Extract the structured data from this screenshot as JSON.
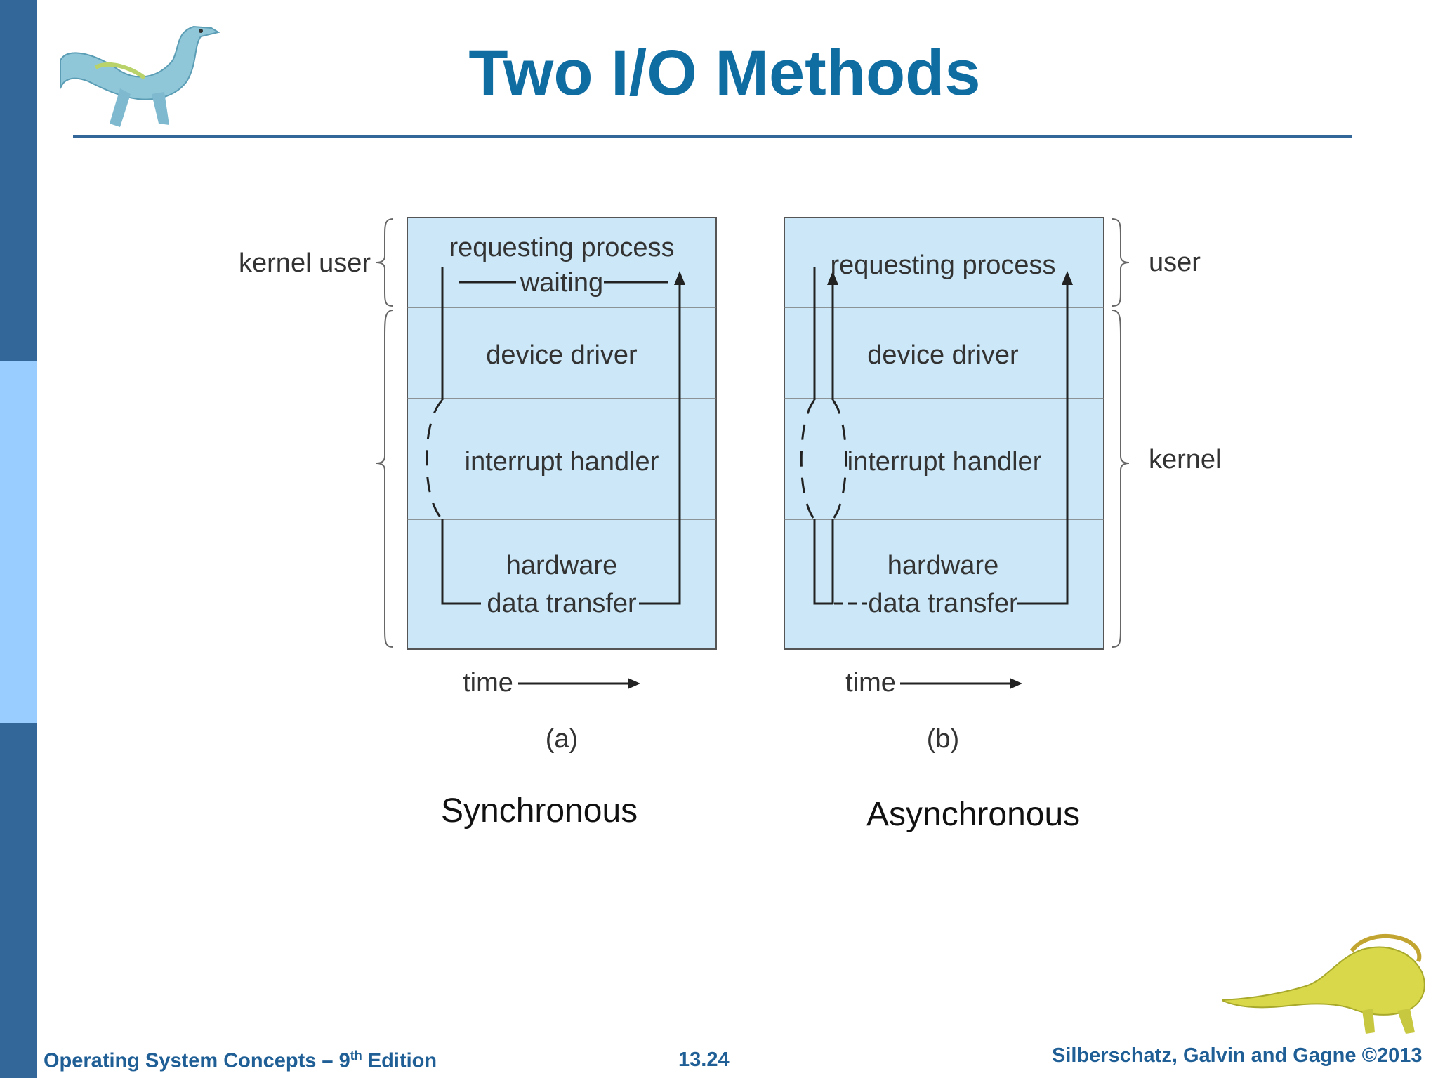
{
  "slide": {
    "title": "Two I/O Methods",
    "colors": {
      "sidebar_dark": "#336699",
      "sidebar_light": "#99ccff",
      "title": "#0f6da2",
      "box_fill": "#cce8f8"
    }
  },
  "diagram": {
    "left_side_label": "kernel user",
    "right_user_label": "user",
    "right_kernel_label": "kernel",
    "panel_a": {
      "rows": [
        "requesting process",
        "waiting",
        "device driver",
        "interrupt handler",
        "hardware",
        "data transfer"
      ],
      "time_label": "time",
      "panel_label": "(a)"
    },
    "panel_b": {
      "rows": [
        "requesting process",
        "device driver",
        "interrupt handler",
        "hardware",
        "data transfer"
      ],
      "time_label": "time",
      "panel_label": "(b)"
    }
  },
  "captions": {
    "left": "Synchronous",
    "right": "Asynchronous"
  },
  "footer": {
    "left_prefix": "Operating System Concepts – 9",
    "left_sup": "th",
    "left_suffix": " Edition",
    "center": "13.24",
    "right": "Silberschatz, Galvin and Gagne ©2013"
  }
}
